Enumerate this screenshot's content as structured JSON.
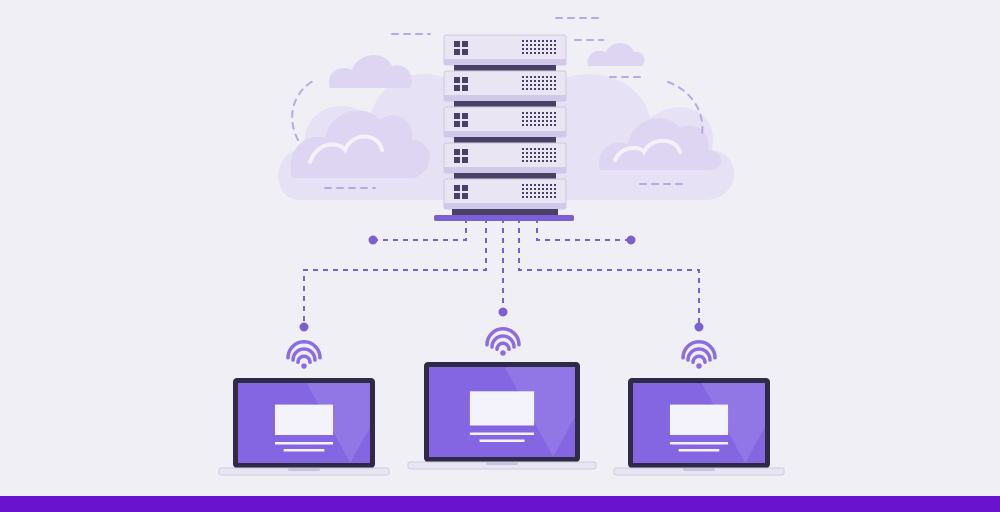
{
  "theme": {
    "background": "#f1eff6",
    "cloud_fill": "#ddd5f1",
    "cloud_fill_light": "#e7e1f5",
    "cloud_stroke": "#b9a9e3",
    "server_fill": "#e9e5f3",
    "server_panel": "#d2c9ea",
    "server_outline": "#3c3552",
    "server_dark": "#4a4266",
    "server_base": "#7a5fd6",
    "connector": "#7a5fd6",
    "wifi": "#8c6ce6",
    "laptop_frame": "#2f2a45",
    "laptop_screen": "#8466e2",
    "laptop_screen_highlight": "#9a80ea",
    "laptop_window": "#f4f2fa",
    "laptop_base": "#e8e5f2",
    "bottom_bar": "#6a13cf"
  },
  "nodes": {
    "server": {
      "name": "server-rack",
      "units": 5
    },
    "clients": [
      {
        "name": "laptop-left"
      },
      {
        "name": "laptop-center"
      },
      {
        "name": "laptop-right"
      }
    ]
  },
  "icons": {
    "wifi": "wifi-icon",
    "cloud": "cloud-icon",
    "server": "server-icon",
    "laptop": "laptop-icon"
  }
}
